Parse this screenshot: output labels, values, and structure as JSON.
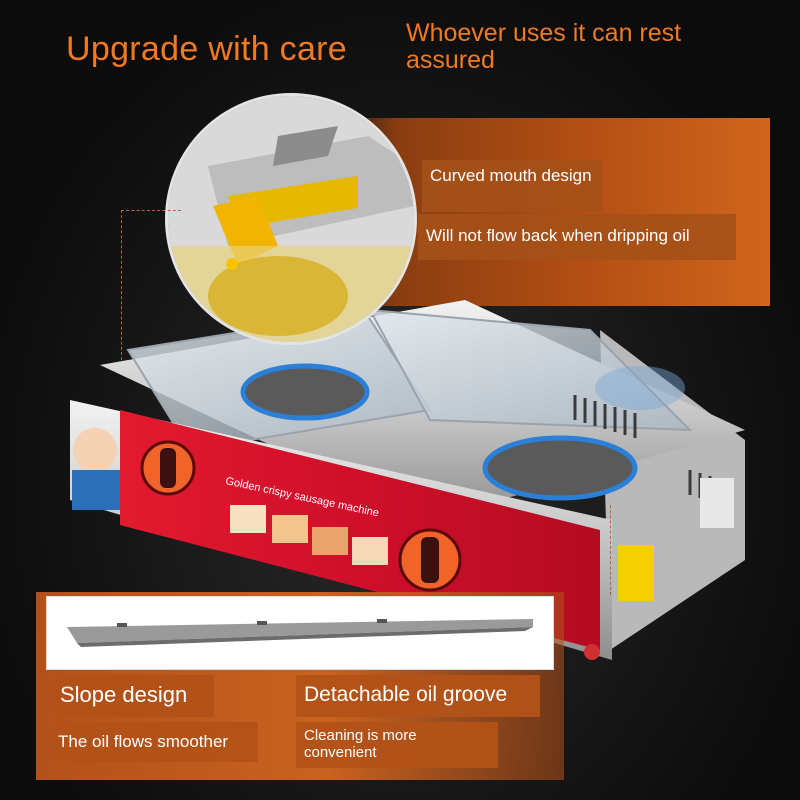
{
  "header": {
    "title": "Upgrade with care",
    "subtitle": "Whoever uses it can rest assured"
  },
  "callouts": {
    "curved_mouth": "Curved mouth design",
    "no_flow_back": "Will not flow back when dripping oil"
  },
  "product": {
    "panel_text": "Golden crispy sausage machine"
  },
  "bottom": {
    "slope_title": "Slope design",
    "slope_desc": "The oil flows smoother",
    "groove_title": "Detachable oil groove",
    "groove_desc": "Cleaning is more convenient"
  },
  "colors": {
    "accent": "#f07a22",
    "panel_red": "#d0142a",
    "knob_orange": "#f0642a",
    "burner_blue": "#2b7fd6"
  }
}
